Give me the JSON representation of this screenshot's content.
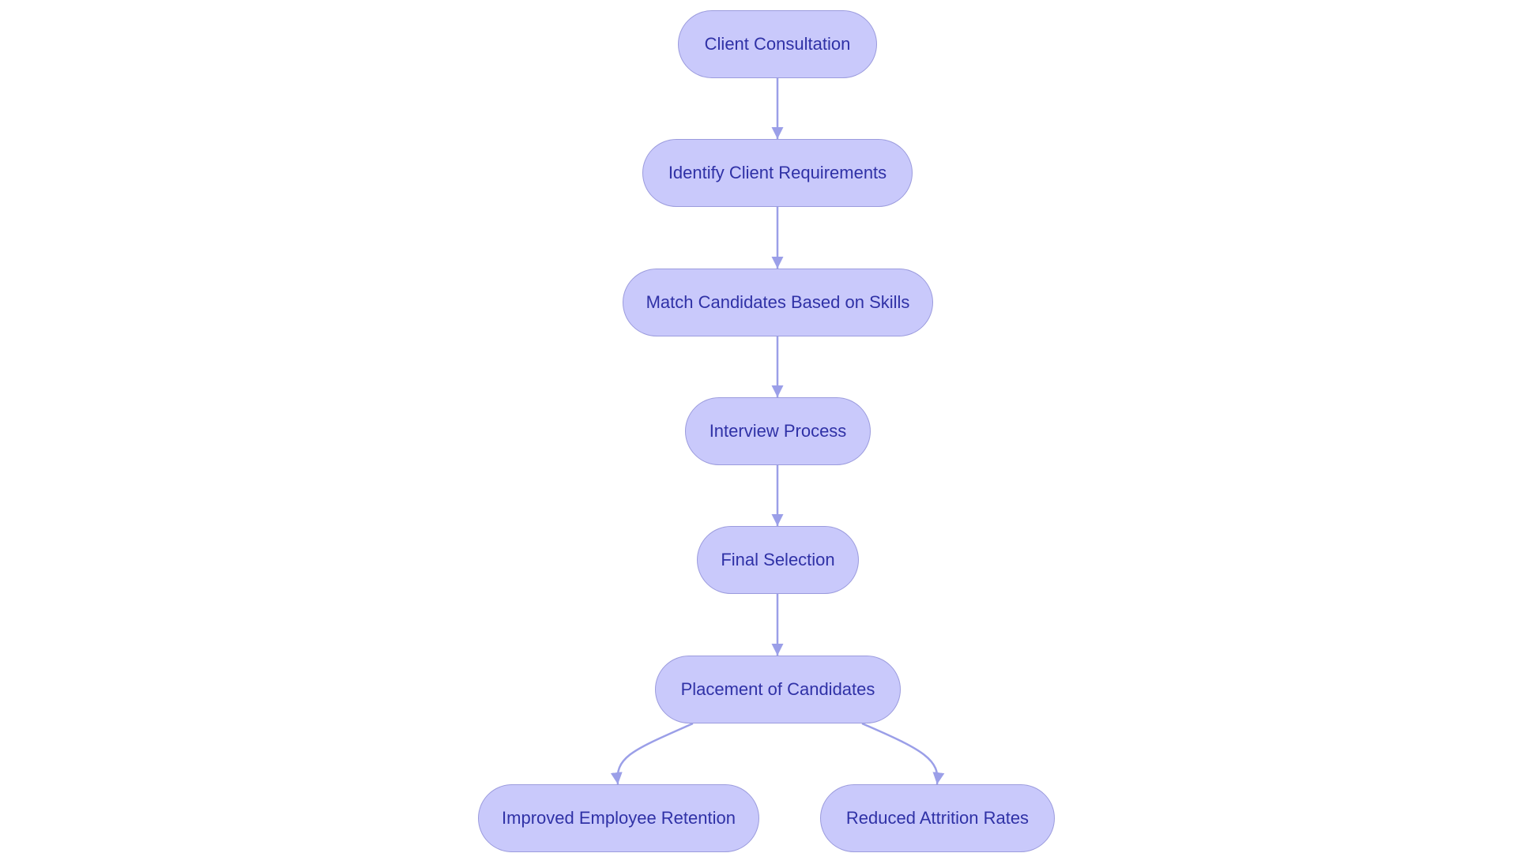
{
  "diagram": {
    "type": "flowchart",
    "colors": {
      "node_fill": "#c9c9fb",
      "node_border": "#9b9bdd",
      "node_text": "#2f31a6",
      "edge": "#9b9fe8"
    },
    "nodes": [
      {
        "id": "n1",
        "label": "Client Consultation"
      },
      {
        "id": "n2",
        "label": "Identify Client Requirements"
      },
      {
        "id": "n3",
        "label": "Match Candidates Based on Skills"
      },
      {
        "id": "n4",
        "label": "Interview Process"
      },
      {
        "id": "n5",
        "label": "Final Selection"
      },
      {
        "id": "n6",
        "label": "Placement of Candidates"
      },
      {
        "id": "n7",
        "label": "Improved Employee Retention"
      },
      {
        "id": "n8",
        "label": "Reduced Attrition Rates"
      }
    ],
    "edges": [
      {
        "from": "n1",
        "to": "n2"
      },
      {
        "from": "n2",
        "to": "n3"
      },
      {
        "from": "n3",
        "to": "n4"
      },
      {
        "from": "n4",
        "to": "n5"
      },
      {
        "from": "n5",
        "to": "n6"
      },
      {
        "from": "n6",
        "to": "n7"
      },
      {
        "from": "n6",
        "to": "n8"
      }
    ]
  }
}
